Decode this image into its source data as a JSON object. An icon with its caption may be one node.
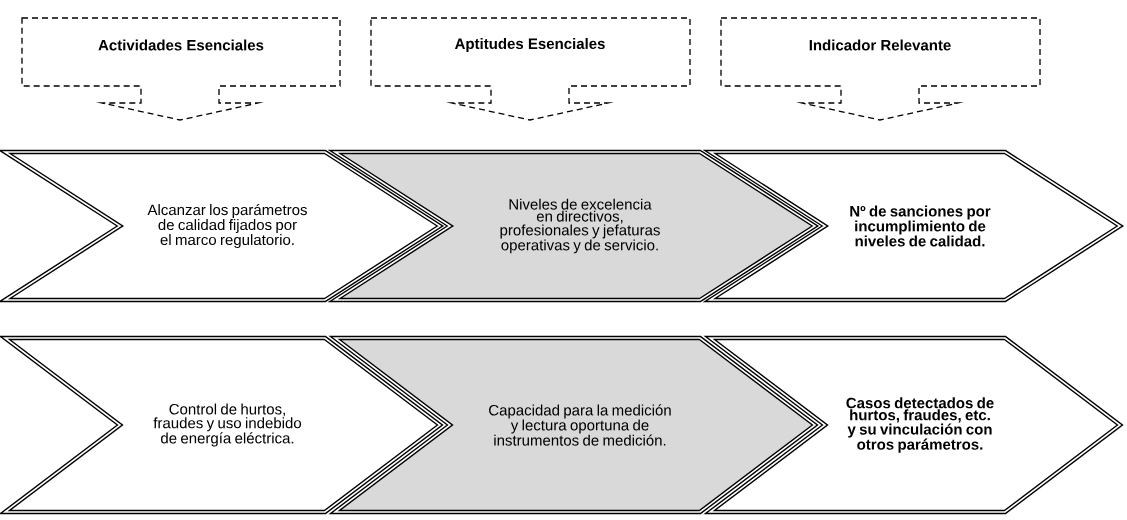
{
  "diagram": {
    "nodes": [
      {
        "text": [
          "Actividades Esenciales"
        ]
      },
      {
        "text": [
          "Aptitudes Esenciales"
        ]
      },
      {
        "text": [
          "Indicador Relevante"
        ]
      },
      {
        "text": [
          "Alcanzar los parámetros de calidad fijados por el marco regulatorio."
        ]
      },
      {
        "text": [
          "Niveles de excelencia en directivos, profesionales y jefaturas operativas y de servicio."
        ]
      },
      {
        "text": [
          "Nº de sanciones por incumplimiento de niveles  de calidad."
        ]
      },
      {
        "text": [
          "Control de hurtos, fraudes y uso indebido de energía eléctrica."
        ]
      },
      {
        "text": [
          "Capacidad para la medición y lectura oportuna de instrumentos de medición."
        ]
      },
      {
        "text": [
          "Casos detectados de hurtos, fraudes, etc. y su vinculación con otros parámetros."
        ]
      }
    ]
  }
}
